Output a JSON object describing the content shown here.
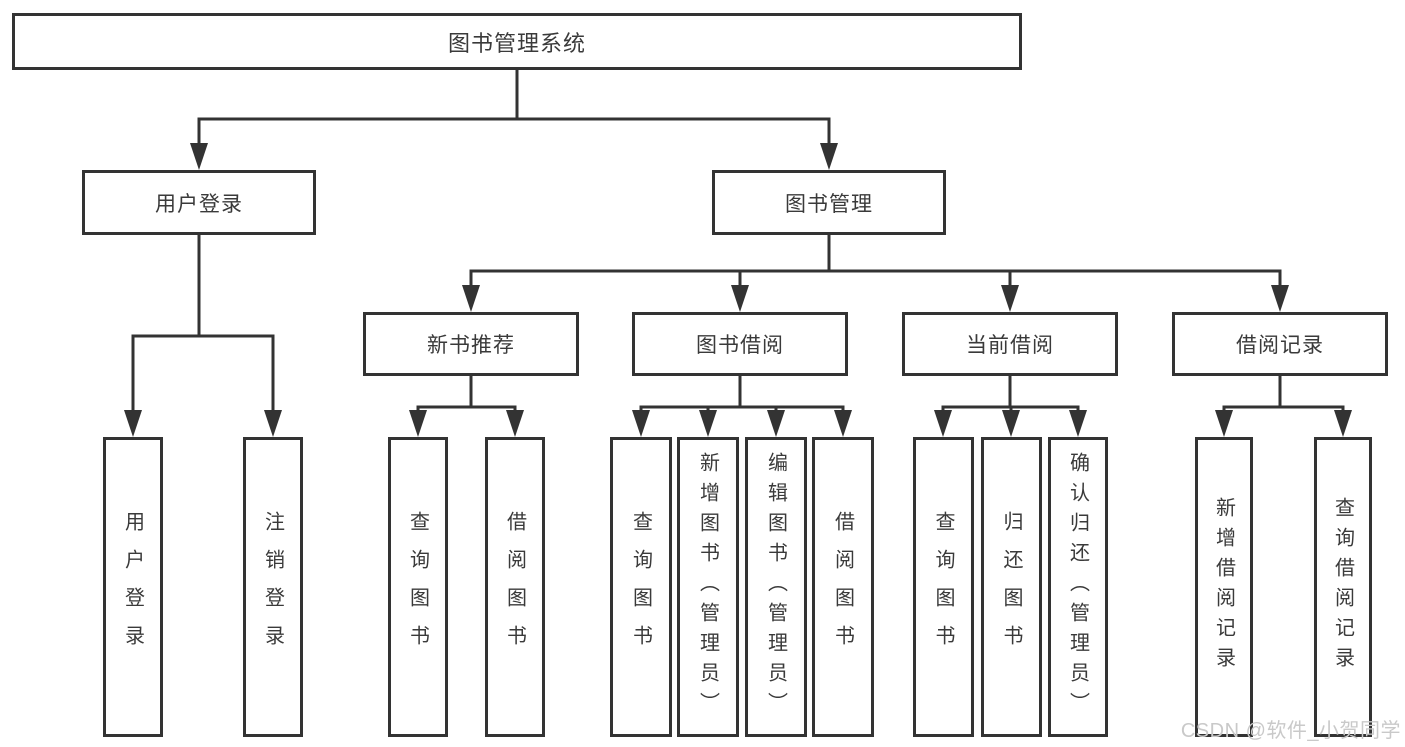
{
  "diagram": {
    "root": {
      "label": "图书管理系统"
    },
    "branches": [
      {
        "label": "用户登录",
        "children": [
          {
            "label": "用户登录"
          },
          {
            "label": "注销登录"
          }
        ]
      },
      {
        "label": "图书管理",
        "children": [
          {
            "label": "新书推荐",
            "children": [
              {
                "label": "查询图书"
              },
              {
                "label": "借阅图书"
              }
            ]
          },
          {
            "label": "图书借阅",
            "children": [
              {
                "label": "查询图书"
              },
              {
                "label": "新增图书（管理员）"
              },
              {
                "label": "编辑图书（管理员）"
              },
              {
                "label": "借阅图书"
              }
            ]
          },
          {
            "label": "当前借阅",
            "children": [
              {
                "label": "查询图书"
              },
              {
                "label": "归还图书"
              },
              {
                "label": "确认归还（管理员）"
              }
            ]
          },
          {
            "label": "借阅记录",
            "children": [
              {
                "label": "新增借阅记录"
              },
              {
                "label": "查询借阅记录"
              }
            ]
          }
        ]
      }
    ]
  },
  "watermark": {
    "text": "CSDN @软件_小贺同学"
  },
  "colors": {
    "line": "#333333",
    "text": "#3a3a3a",
    "watermark": "#c9c9c9",
    "background": "#ffffff"
  }
}
